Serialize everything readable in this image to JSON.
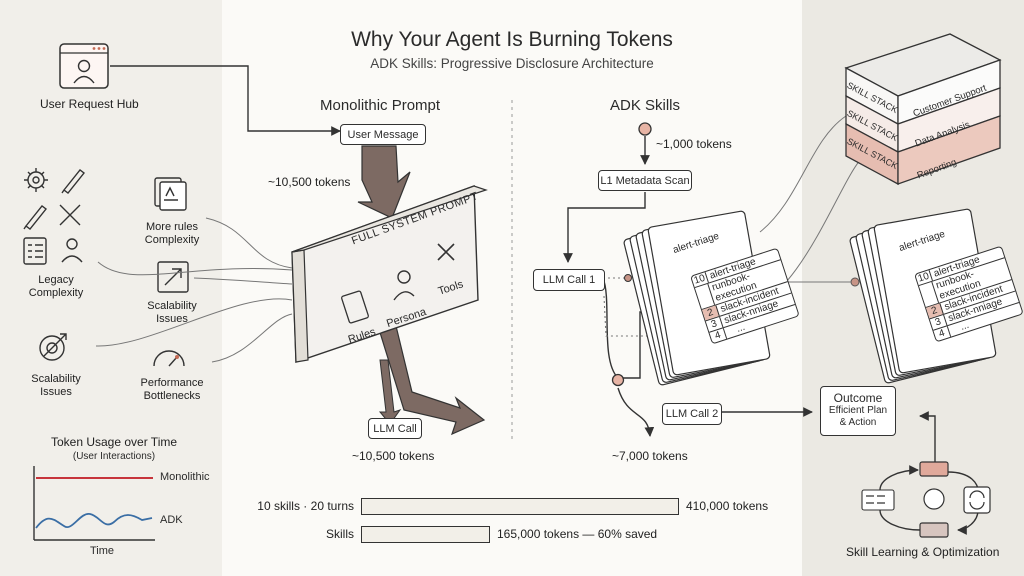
{
  "header": {
    "title": "Why Your Agent Is Burning Tokens",
    "subtitle": "ADK Skills: Progressive Disclosure Architecture"
  },
  "left": {
    "user_request_hub": "User Request Hub",
    "legacy_complexity": "Legacy\nComplexity",
    "more_rules": "More rules\nComplexity",
    "scalability_mid": "Scalability\nIssues",
    "scalability_left": "Scalability\nIssues",
    "performance": "Performance\nBottlenecks"
  },
  "token_chart": {
    "title": "Token Usage over Time",
    "subtitle": "(User Interactions)",
    "xlabel": "Time",
    "series": [
      "Monolithic",
      "ADK"
    ]
  },
  "monolithic": {
    "heading": "Monolithic Prompt",
    "user_message": "User Message",
    "tokens_top": "~10,500 tokens",
    "full_system_prompt": "FULL SYSTEM PROMPT",
    "icons": [
      "Rules",
      "Persona",
      "Tools"
    ],
    "llm_call": "LLM Call",
    "tokens_bottom": "~10,500 tokens"
  },
  "adk": {
    "heading": "ADK Skills",
    "tokens_top": "~1,000 tokens",
    "metadata_scan": "L1 Metadata Scan",
    "llm_call_1": "LLM Call 1",
    "llm_call_2": "LLM Call 2",
    "tokens_bottom": "~7,000 tokens",
    "cards_back": [
      "alert-triage"
    ],
    "cards": [
      {
        "num": "10",
        "label": "alert-triage"
      },
      {
        "num": "",
        "label": "runbook-execution"
      },
      {
        "num": "2",
        "label": "slack-incident"
      },
      {
        "num": "3",
        "label": "slack-nniage"
      },
      {
        "num": "4",
        "label": "..."
      }
    ]
  },
  "skill_stack": {
    "tag": "SKILL STACK",
    "layers": [
      "Customer Support",
      "Data Analysis",
      "Reporting"
    ]
  },
  "right": {
    "outcome_title": "Outcome",
    "outcome_body": "Efficient Plan\n& Action",
    "skill_learning": "Skill Learning & Optimization"
  },
  "comparison": {
    "rows": [
      {
        "label": "10 skills · 20 turns",
        "value": "410,000 tokens",
        "tokens": 410000
      },
      {
        "label": "Skills",
        "value": "165,000 tokens — 60% saved",
        "tokens": 165000
      }
    ]
  }
}
